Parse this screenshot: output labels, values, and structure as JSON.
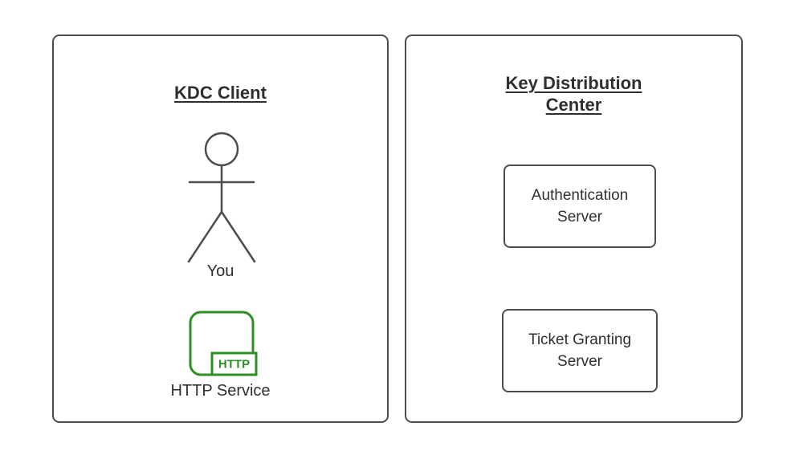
{
  "diagram": {
    "left_panel": {
      "title": "KDC Client",
      "actor_label": "You",
      "service": {
        "badge": "HTTP",
        "label": "HTTP Service"
      }
    },
    "right_panel": {
      "title": "Key Distribution Center",
      "boxes": [
        {
          "label": "Authentication Server"
        },
        {
          "label": "Ticket Granting Server"
        }
      ]
    }
  },
  "colors": {
    "shape-stroke": "#4d4d4d",
    "accent-green": "#2d8f23",
    "text": "#2f2f2f",
    "background": "#ffffff"
  }
}
